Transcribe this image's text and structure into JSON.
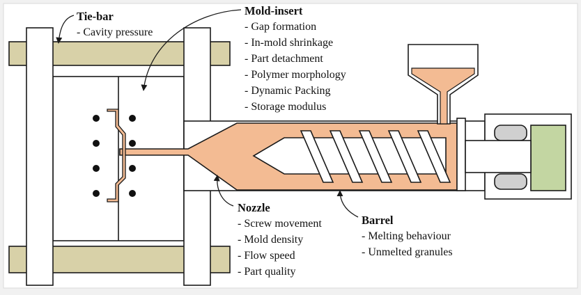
{
  "colors": {
    "background": "#f1f1f1",
    "frame": "#ffffff",
    "tie_bar": "#d8d1a8",
    "melt": "#f3bb93",
    "piston": "#c3d6a2",
    "seal": "#d0d0d0",
    "stroke": "#1a1a1a"
  },
  "labels": {
    "tie_bar": {
      "title": "Tie-bar",
      "items": [
        "- Cavity pressure"
      ]
    },
    "mold_insert": {
      "title": "Mold-insert",
      "items": [
        "- Gap formation",
        "- In-mold shrinkage",
        "- Part detachment",
        "- Polymer morphology",
        "- Dynamic Packing",
        "- Storage modulus"
      ]
    },
    "nozzle": {
      "title": "Nozzle",
      "items": [
        "- Screw movement",
        "- Mold density",
        "- Flow speed",
        "- Part quality"
      ]
    },
    "barrel": {
      "title": "Barrel",
      "items": [
        "- Melting behaviour",
        "- Unmelted granules"
      ]
    }
  },
  "icons": [
    "tie-bar-icon",
    "mold-icon",
    "screw-icon",
    "hopper-icon",
    "nozzle-icon",
    "piston-icon",
    "cooling-channel-icon"
  ]
}
